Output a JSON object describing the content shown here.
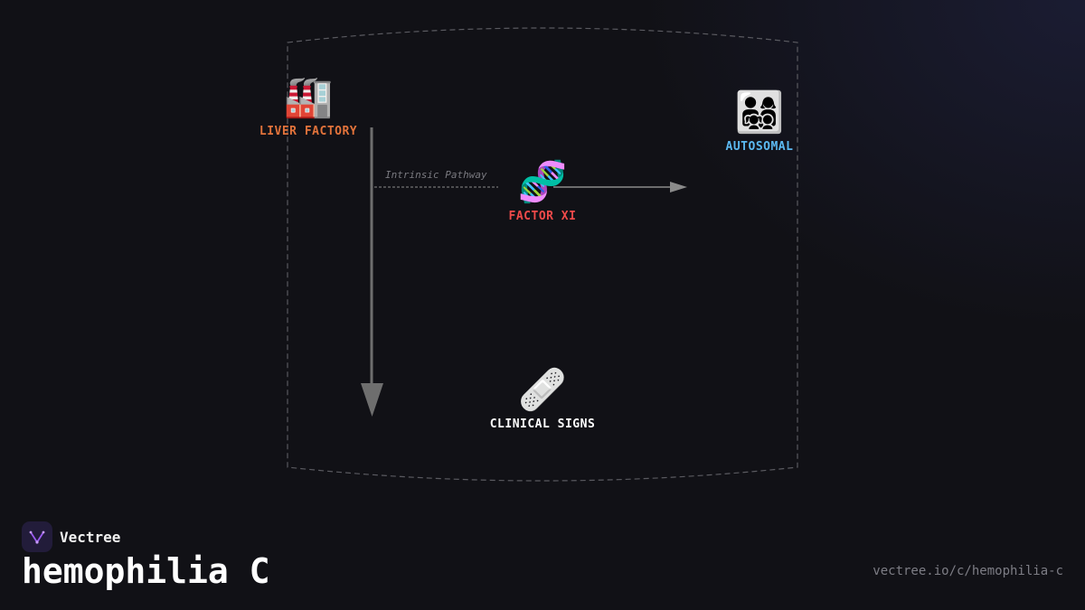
{
  "diagram": {
    "nodes": [
      {
        "id": "liver-factory",
        "icon": "factory-icon",
        "emoji": "🏭",
        "label": "LIVER FACTORY",
        "color": "#e2733b"
      },
      {
        "id": "autosomal",
        "icon": "family-icon",
        "emoji": "👨‍👩‍👧‍👦",
        "label": "AUTOSOMAL",
        "color": "#5bb8f0"
      },
      {
        "id": "factor-xi",
        "icon": "dna-icon",
        "emoji": "🧬",
        "label": "FACTOR XI",
        "color": "#f04a4a"
      },
      {
        "id": "clinical-signs",
        "icon": "bandage-icon",
        "emoji": "🩹",
        "label": "CLINICAL SIGNS",
        "color": "#ffffff"
      }
    ],
    "edges": [
      {
        "from": "liver-factory",
        "to": "factor-xi",
        "label": "Intrinsic Pathway",
        "style": "dashed"
      },
      {
        "from": "factor-xi",
        "to": "autosomal",
        "label": "",
        "style": "solid-arrow"
      },
      {
        "from": "liver-factory",
        "to": "clinical-signs",
        "label": "",
        "style": "solid-arrow"
      }
    ]
  },
  "brand": {
    "name": "Vectree",
    "icon": "vectree-logo-icon"
  },
  "page": {
    "title": "hemophilia C",
    "url": "vectree.io/c/hemophilia-c"
  }
}
